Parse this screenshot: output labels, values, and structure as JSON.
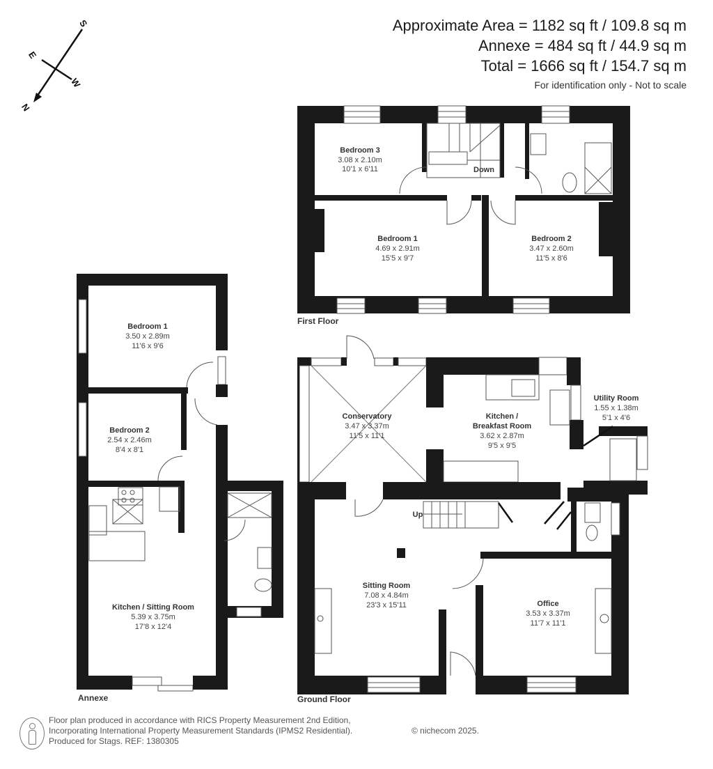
{
  "header": {
    "area_main": "Approximate Area = 1182 sq ft / 109.8 sq m",
    "area_annexe": "Annexe = 484 sq ft / 44.9 sq m",
    "area_total": "Total = 1666 sq ft / 154.7 sq m",
    "disclaimer": "For identification only - Not to scale"
  },
  "compass": {
    "n": "N",
    "s": "S",
    "e": "E",
    "w": "W",
    "icon": "compass-arrow-icon"
  },
  "floors": {
    "first_floor": {
      "label": "First Floor",
      "rooms": [
        {
          "name": "Bedroom 3",
          "metric": "3.08 x 2.10m",
          "imperial": "10'1 x 6'11"
        },
        {
          "name": "Bedroom 1",
          "metric": "4.69 x 2.91m",
          "imperial": "15'5 x 9'7"
        },
        {
          "name": "Bedroom 2",
          "metric": "3.47 x 2.60m",
          "imperial": "11'5 x 8'6"
        }
      ],
      "stairs_label": "Down"
    },
    "ground_floor": {
      "label": "Ground Floor",
      "rooms": [
        {
          "name": "Conservatory",
          "metric": "3.47 x 3.37m",
          "imperial": "11'5 x 11'1"
        },
        {
          "name": "Kitchen /",
          "name2": "Breakfast Room",
          "metric": "3.62 x 2.87m",
          "imperial": "9'5 x 9'5"
        },
        {
          "name": "Utility Room",
          "metric": "1.55 x 1.38m",
          "imperial": "5'1 x 4'6"
        },
        {
          "name": "Sitting Room",
          "metric": "7.08 x 4.84m",
          "imperial": "23'3 x 15'11"
        },
        {
          "name": "Office",
          "metric": "3.53 x 3.37m",
          "imperial": "11'7 x 11'1"
        }
      ],
      "stairs_label": "Up"
    },
    "annexe": {
      "label": "Annexe",
      "rooms": [
        {
          "name": "Bedroom 1",
          "metric": "3.50 x 2.89m",
          "imperial": "11'6 x 9'6"
        },
        {
          "name": "Bedroom 2",
          "metric": "2.54 x 2.46m",
          "imperial": "8'4 x 8'1"
        },
        {
          "name": "Kitchen / Sitting Room",
          "metric": "5.39 x 3.75m",
          "imperial": "17'8 x 12'4"
        }
      ]
    }
  },
  "footer": {
    "line1": "Floor plan produced in accordance with RICS Property Measurement 2nd Edition,",
    "line2": "Incorporating International Property Measurement Standards (IPMS2 Residential).",
    "line3": "Produced for Stags.   REF: 1380305",
    "copyright": "© nichecom 2025.",
    "icon": "person-icon"
  },
  "colors": {
    "wall": "#1a1a1a",
    "background": "#ffffff",
    "text": "#333333"
  }
}
